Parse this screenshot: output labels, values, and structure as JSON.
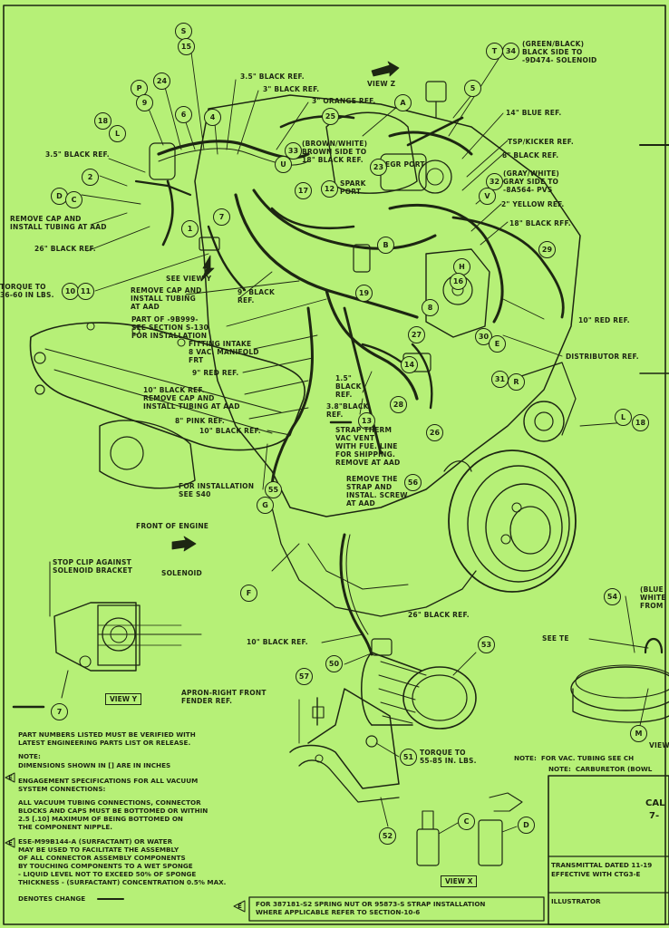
{
  "callouts": {
    "s": "S",
    "n15": "15",
    "n24": "24",
    "p": "P",
    "n9": "9",
    "n6": "6",
    "n4": "4",
    "n18a": "18",
    "l": "L",
    "n25": "25",
    "a": "A",
    "t": "T",
    "n34": "34",
    "n5": "5",
    "n33": "33",
    "u": "U",
    "n2": "2",
    "d": "D",
    "c": "C",
    "n17": "17",
    "n12": "12",
    "n23": "23",
    "n32": "32",
    "v": "V",
    "n1": "1",
    "n7": "7",
    "b": "B",
    "n29": "29",
    "h": "H",
    "n16": "16",
    "n10": "10",
    "n11": "11",
    "n19": "19",
    "n8": "8",
    "n27": "27",
    "n30": "30",
    "e": "E",
    "n14": "14",
    "n31": "31",
    "r": "R",
    "n28a": "28",
    "n13": "13",
    "n26": "26",
    "l2": "L",
    "n18b": "18",
    "n56": "56",
    "n55": "55",
    "g": "G",
    "f": "F",
    "n54": "54",
    "n53": "53",
    "n50": "50",
    "n57": "57",
    "n51": "51",
    "n52": "52",
    "m": "M",
    "n7b": "7",
    "cx": "C",
    "dx": "D"
  },
  "labels": {
    "view_z": "VIEW Z",
    "black_35_top": "3.5\" BLACK REF.",
    "black_3_top": "3\" BLACK REF.",
    "orange_3": "3\" ORANGE REF.",
    "green_black": "(GREEN/BLACK)\nBLACK SIDE TO\n-9D474- SOLENOID",
    "blue_14": "14\" BLUE REF.",
    "brown_white": "(BROWN/WHITE)\nBROWN SIDE TO\n18\" BLACK REF.",
    "tsp_kicker": "TSP/KICKER REF.",
    "black_8": "8\" BLACK REF.",
    "gray_white": "(GRAY/WHITE)\nGRAY SIDE TO\n-8A564- PVS",
    "yellow_2": "2\" YELLOW REF.",
    "black_18": "18\" BLACK RFF.",
    "black_35_left": "3.5\" BLACK REF.",
    "egr_port": "EGR PORT",
    "spark_port": "SPARK\nPORT",
    "remove_cap_1": "REMOVE CAP AND\nINSTALL TUBING AT AAD",
    "black_26_left": "26\" BLACK REF.",
    "see_view_y": "SEE VIEW Y",
    "torque_1": "TORQUE TO\n36-60 IN LBS.",
    "remove_cap_2": "REMOVE CAP AND\nINSTALL TUBING\nAT AAD",
    "black_9": "9\" BLACK\nREF.",
    "part_9b": "PART OF -9B999-\nSEE SECTION S-130\nFOR INSTALLATION",
    "fitting_intake": "FITTING INTAKE\n8 VAC. MANIFOLD\nFRT",
    "red_10": "10\" RED REF.",
    "distributor": "DISTRIBUTOR REF.",
    "red_9": "9\" RED REF.",
    "black_10_a": "10\" BLACK REF.\nREMOVE CAP AND\nINSTALL TUBING AT AAD",
    "black_15": "1.5\"\nBLACK\nREF.",
    "black_38": "3.8\"BLACK\nREF.",
    "pink_8": "8\" PINK REF.",
    "black_10_b": "10\" BLACK REF.",
    "strap_therm": "STRAP THERM\nVAC VENT\nWITH FUE. LINE\nFOR SHIPPING.\nREMOVE AT AAD",
    "remove_strap": "REMOVE THE\nSTRAP AND\nINSTAL. SCREW\nAT AAD",
    "for_installation": "FOR INSTALLATION\nSEE S40",
    "front_of_engine": "FRONT OF ENGINE",
    "stop_clip": "STOP CLIP AGAINST\nSOLENOID BRACKET",
    "solenoid": "SOLENOID",
    "view_y": "VIEW Y",
    "black_26_bottom": "26\" BLACK REF.",
    "black_10_bottom": "10\" BLACK REF.",
    "apron": "APRON-RIGHT FRONT\nFENDER REF.",
    "torque_2": "TORQUE TO\n55-85 IN. LBS.",
    "view_x": "VIEW X",
    "see_note": "SEE  TE",
    "blue_white": "(BLUE\nWHITE\nFROM",
    "view_edge": "VIEW"
  },
  "notes": {
    "part_numbers": "PART NUMBERS LISTED MUST BE VERIFIED WITH\nLATEST ENGINEERING PARTS LIST OR RELEASE.",
    "note_title": "NOTE:",
    "dimensions": "DIMENSIONS SHOWN IN [] ARE IN INCHES",
    "engagement": "ENGAGEMENT SPECIFICATIONS FOR ALL VACUUM\nSYSTEM CONNECTIONS:",
    "all_tubing": "ALL VACUUM TUBING CONNECTIONS, CONNECTOR\nBLOCKS AND CAPS MUST BE BOTTOMED OR WITHIN\n2.5 [.10] MAXIMUM OF BEING BOTTOMED ON\nTHE COMPONENT NIPPLE.",
    "ese": "ESE-M99B144-A (SURFACTANT) OR WATER\nMAY BE USED TO FACILITATE THE ASSEMBLY\nOF ALL CONNECTOR ASSEMBLY COMPONENTS\nBY TOUCHING COMPONENTS TO A WET SPONGE\n- LIQUID LEVEL NOT TO EXCEED 50% OF SPONGE\nTHICKNESS - (SURFACTANT) CONCENTRATION 0.5% MAX.",
    "denotes_change": "DENOTES CHANGE",
    "strap_note": "FOR 387181-S2 SPRING NUT OR 95873-S STRAP INSTALLATION\nWHERE APPLICABLE REFER TO SECTION-10-6",
    "vac_note": "NOTE:  FOR VAC. TUBING SEE CH",
    "carb_note": "NOTE:  CARBURETOR (BOWL",
    "e_mark": "E"
  },
  "title_block": {
    "cal": "CAL",
    "cal_sub": "7-",
    "transmittal": "TRANSMITTAL DATED 11-19",
    "effective": "EFFECTIVE WITH CTG3-E",
    "illustrator": "ILLUSTRATOR"
  },
  "colors": {
    "paper": "#b6f077",
    "ink": "#1d2612"
  }
}
